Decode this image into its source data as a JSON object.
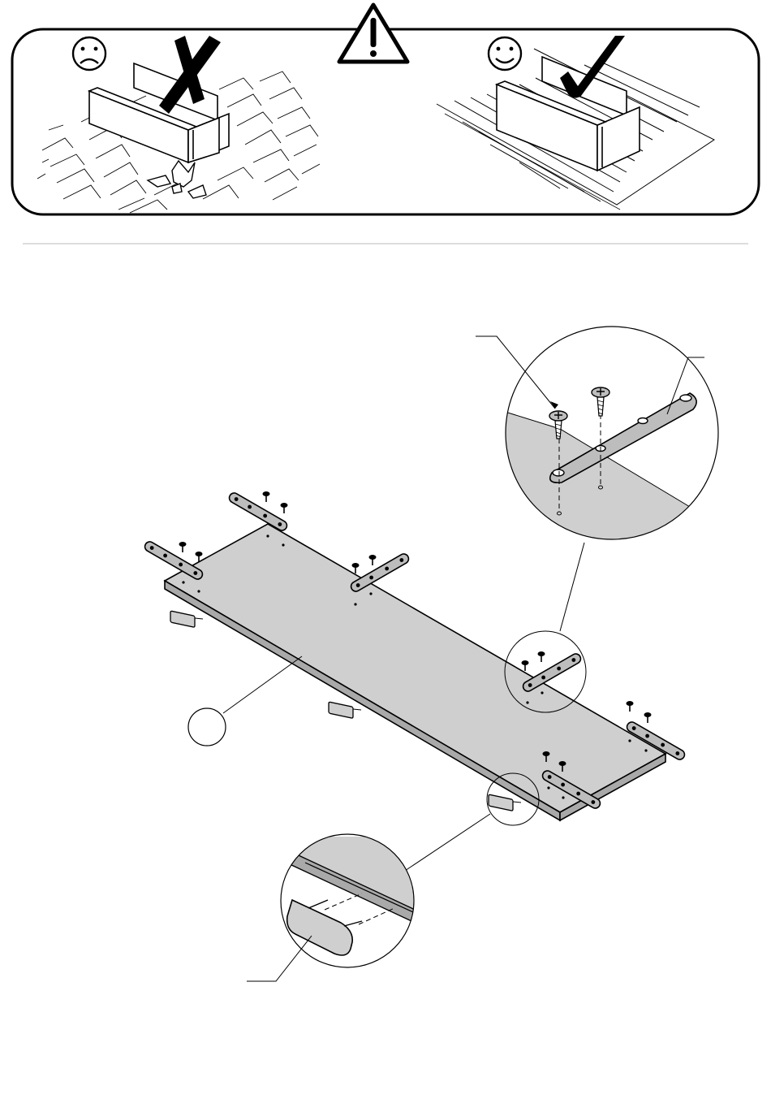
{
  "warning_panel": {
    "bad_example": {
      "face": "sad-face",
      "mark": "cross"
    },
    "good_example": {
      "face": "happy-face",
      "mark": "check"
    },
    "symbol": "warning-triangle-icon"
  },
  "assembly_step": {
    "part_callout": "",
    "hardware_callout": "",
    "screw_callout": "",
    "glide_callout": ""
  },
  "colors": {
    "line": "#000000",
    "panel_fill": "#cfcfcf",
    "panel_edge": "#a9a9a9",
    "bracket_fill": "#bdbdbd"
  }
}
